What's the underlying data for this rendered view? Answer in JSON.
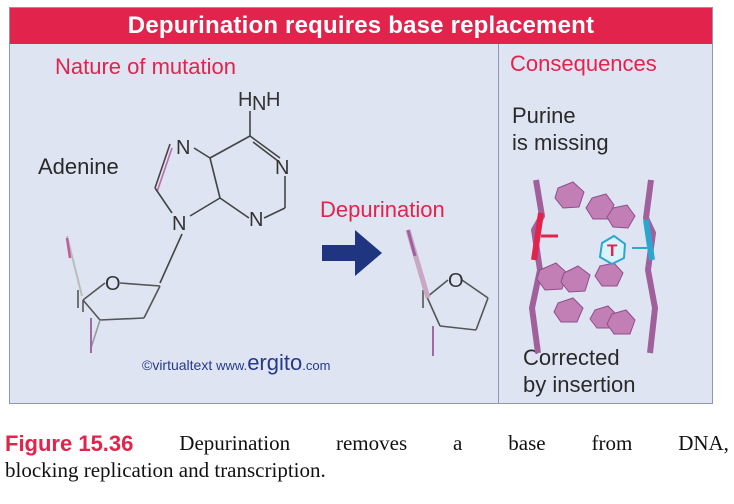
{
  "panel": {
    "title": "Depurination requires base replacement",
    "left_section_title": "Nature of mutation",
    "right_section_title": "Consequences",
    "adenine_label": "Adenine",
    "depurination_label": "Depurination",
    "atom_labels": {
      "h_left": "H",
      "n_amine": "N",
      "h_right": "H",
      "n1": "N",
      "n3": "N",
      "n7": "N",
      "n9": "N",
      "o_left": "O",
      "o_right": "O",
      "thymine": "T"
    },
    "purine_missing": [
      "Purine",
      "is missing"
    ],
    "corrected": [
      "Corrected",
      "by insertion"
    ],
    "credit": {
      "prefix": "©virtualtext",
      "site_start": "www.",
      "site_big": "ergito",
      "site_end": ".com"
    }
  },
  "caption": {
    "figure_label": "Figure 15.36",
    "words": [
      "Depurination",
      "removes",
      "a",
      "base",
      "from",
      "DNA,"
    ],
    "line2": "blocking replication and transcription."
  },
  "colors": {
    "accent_red": "#e2234c",
    "panel_background": "#dfe4f2",
    "arrow_navy": "#1f3580",
    "backbone_purple": "#a0609c",
    "base_magenta": "#b5649c",
    "thymine_cyan": "#2aa6cf"
  },
  "icons": [
    "right-arrow-icon",
    "adenine-structure",
    "sugar-ring",
    "dna-helix-graphic"
  ]
}
